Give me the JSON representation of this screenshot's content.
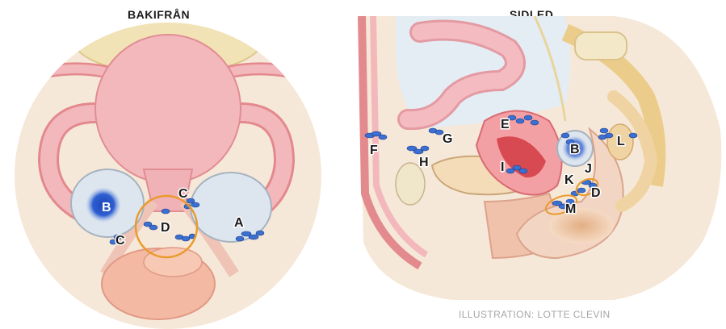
{
  "titles": {
    "back_view": "BAKIFRÅN",
    "side_view": "SIDLED"
  },
  "credit": "ILLUSTRATION: LOTTE CLEVIN",
  "labels": {
    "back": {
      "B": "B",
      "C_upper": "C",
      "C_lower": "C",
      "D": "D",
      "A": "A"
    },
    "side": {
      "E": "E",
      "F": "F",
      "G": "G",
      "H": "H",
      "I": "I",
      "B": "B",
      "L": "L",
      "K": "K",
      "J": "J",
      "D": "D",
      "M": "M"
    }
  },
  "colors": {
    "lesion": "#3b6fd0",
    "highlight_ring": "#ea9a2c",
    "skin_bg": "#f6e8d8",
    "uterus": "#f3b8bc",
    "ovary": "#dde6ee"
  }
}
